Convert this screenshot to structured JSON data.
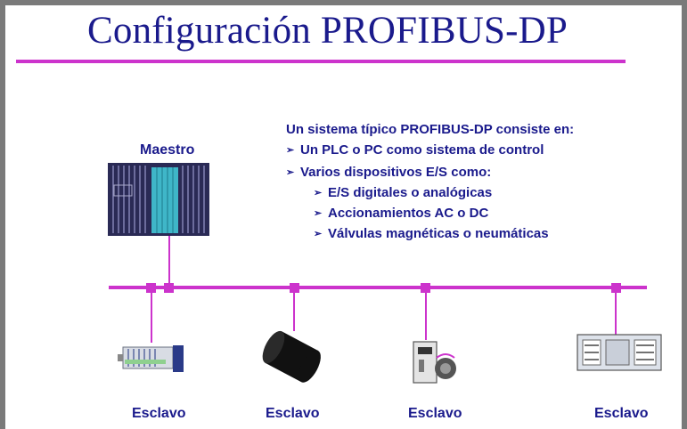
{
  "title": "Configuración PROFIBUS-DP",
  "description": {
    "intro": "Un sistema típico PROFIBUS-DP consiste en:",
    "items": [
      "Un PLC o PC como sistema de control",
      "Varios dispositivos E/S como:"
    ],
    "subitems": [
      "E/S digitales o analógicas",
      "Accionamientos AC o DC",
      "Válvulas magnéticas o neumáticas"
    ],
    "bullet": "➢"
  },
  "master": {
    "label": "Maestro"
  },
  "slaves": [
    {
      "label": "Esclavo",
      "icon": "io-module-icon"
    },
    {
      "label": "Esclavo",
      "icon": "drive-cylinder-icon"
    },
    {
      "label": "Esclavo",
      "icon": "valve-motor-icon"
    },
    {
      "label": "Esclavo",
      "icon": "rack-unit-icon"
    }
  ],
  "colors": {
    "title": "#1a1a8c",
    "bus": "#cc33cc",
    "text": "#1a1a8c",
    "frame": "#7a7a7a"
  }
}
